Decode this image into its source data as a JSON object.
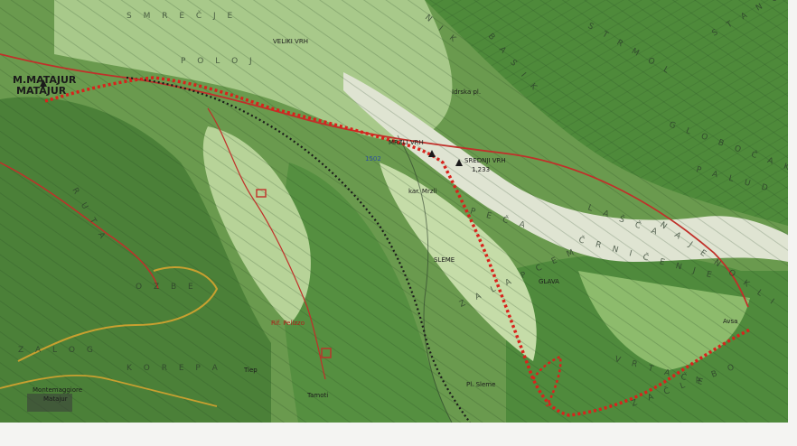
{
  "map": {
    "colors": {
      "forest": "#4f8a3c",
      "forest_dark": "#2f6a2a",
      "meadow": "#b9d49a",
      "rock": "#e6e8de",
      "route_red": "#d8231c",
      "border_black": "#1a1a1a",
      "road_red": "#c0302a"
    },
    "labels": {
      "m_matajur": "M.MATAJUR",
      "matajur": "MATAJUR",
      "montemaggiore_1": "Montemaggiore",
      "montemaggiore_2": "Matajur",
      "mrzli_vrh": "MRZLI VRH",
      "srednji_vrh": "SREDNJI VRH",
      "srednji_elev": "1,233",
      "veliki_vrh": "VELIKI VRH",
      "sleme": "SLEME",
      "pl_sleme": "Pl. Sleme",
      "glava": "GLAVA",
      "avsa": "Avsa",
      "kar_mrzli": "kar. Mrzli",
      "idrska_pl": "Idrska pl.",
      "mrzli_code": "1502",
      "smrecje": "S M R E Č J E",
      "poloj": "P O L O J",
      "nik_prov": "N I K",
      "basik": "B A S I K",
      "strmol": "S T R M O L",
      "stanolj": "S T A N O L J",
      "globocak": "G L O B O Č A K",
      "palud": "P A L U D",
      "pec": "P E Č A",
      "lasca": "L A Š Č A",
      "najenokli": "N A J E N O K L I",
      "crnicenje": "Č R N I Č E N J E",
      "za_lapcem": "Z A  L A P C E M",
      "vrtace": "V R T A Č E",
      "za_clabo": "Z A  Č L A B O",
      "korepa": "K O R E P A",
      "zalog": "Z A L O G",
      "ruta": "R U T A",
      "ozbe": "O Z B E",
      "tiep": "Tiep",
      "tamoti": "Tamoti",
      "pozu": "Rif. Pelizzo"
    }
  }
}
